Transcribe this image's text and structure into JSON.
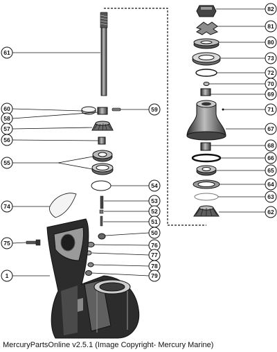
{
  "caption": "MercuryPartsOnline v2.5.1 (Image Copyright- Mercury Marine)",
  "callouts": [
    "61",
    "60",
    "58",
    "57",
    "56",
    "55",
    "59",
    "54",
    "74",
    "53",
    "52",
    "51",
    "50",
    "75",
    "1",
    "76",
    "77",
    "78",
    "79",
    "82",
    "81",
    "80",
    "73",
    "72",
    "70",
    "69",
    "71",
    "67",
    "68",
    "66",
    "65",
    "64",
    "63",
    "62"
  ],
  "colors": {
    "ink": "#111111",
    "paper": "#ffffff",
    "part_dark": "#3a3a3a",
    "part_mid": "#8a8a8a",
    "part_light": "#d0d0d0"
  }
}
